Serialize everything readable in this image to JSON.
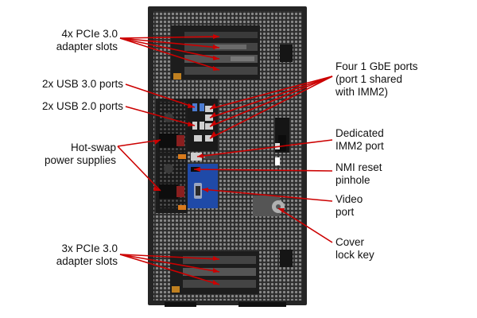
{
  "labels": {
    "pcie_top": "4x PCIe 3.0\nadapter slots",
    "usb3": "2x USB 3.0 ports",
    "usb2": "2x USB 2.0 ports",
    "psu": "Hot-swap\npower supplies",
    "pcie_bottom": "3x PCIe 3.0\nadapter slots",
    "gbe": "Four 1 GbE ports\n(port 1 shared\nwith IMM2)",
    "imm2": "Dedicated\nIMM2 port",
    "nmi": "NMI reset\npinhole",
    "video": "Video\nport",
    "cover": "Cover\nlock key"
  },
  "colors": {
    "callout": "#cc0000",
    "chassis": "#2a2a2a",
    "mesh": "#6f6f6f",
    "psu_handle": "#8a1f1f",
    "psu_knob": "#d87a1c",
    "blue_panel": "#1f4aa8",
    "label_text": "#111111"
  }
}
